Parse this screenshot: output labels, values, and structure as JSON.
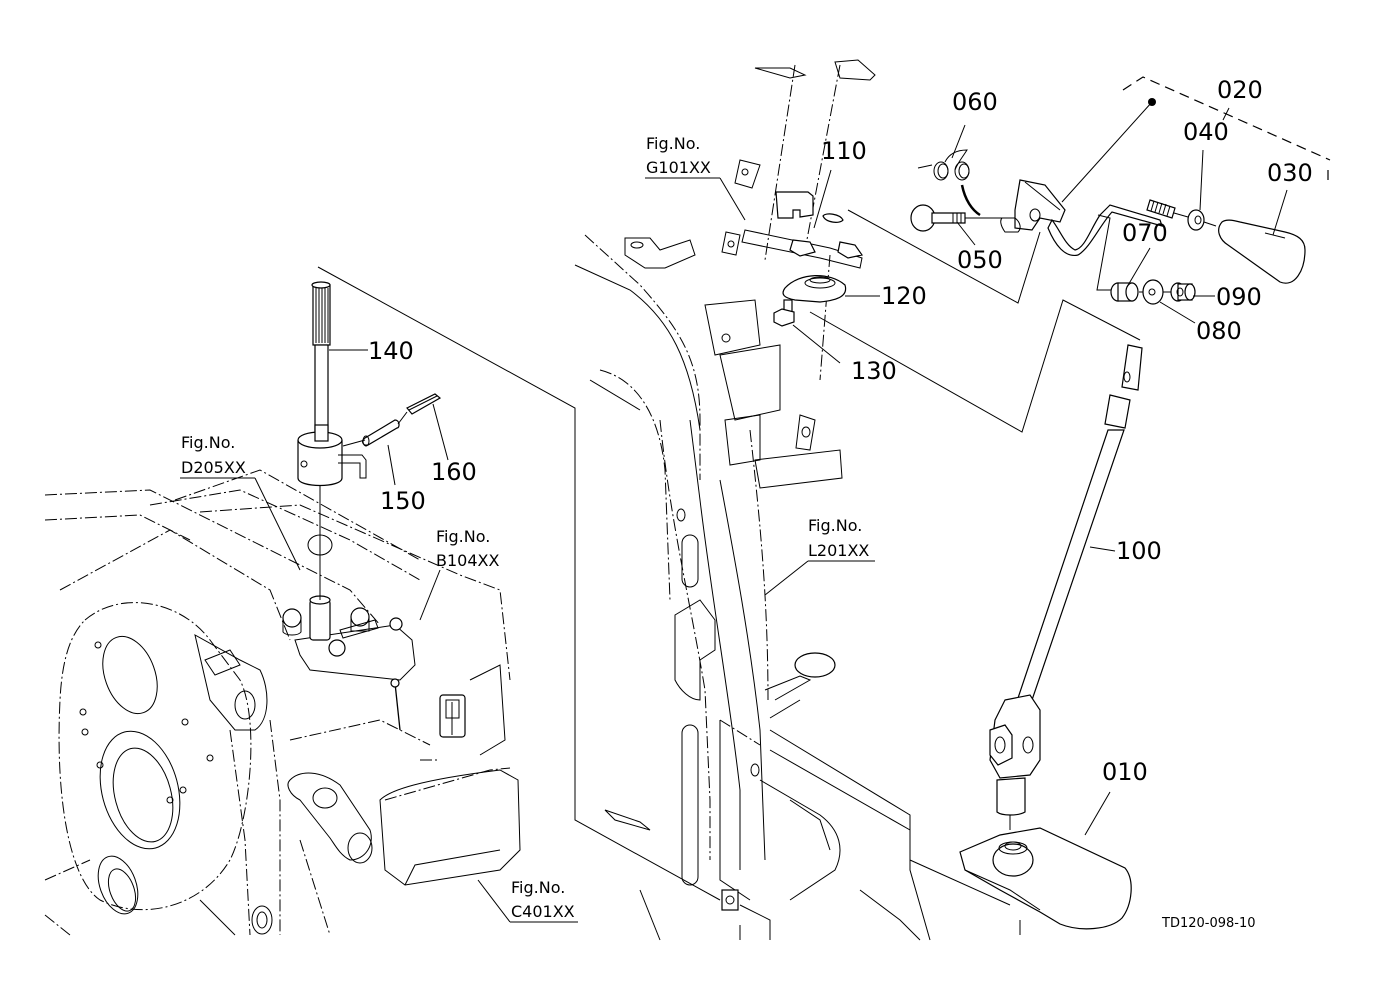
{
  "diagram": {
    "title": "Shift lever assembly parts diagram",
    "document_code": "TD120-098-10",
    "part_numbers": {
      "p010": "010",
      "p020": "020",
      "p030": "030",
      "p040": "040",
      "p050": "050",
      "p060": "060",
      "p070": "070",
      "p080": "080",
      "p090": "090",
      "p100": "100",
      "p110": "110",
      "p120": "120",
      "p130": "130",
      "p140": "140",
      "p150": "150",
      "p160": "160"
    },
    "figure_references": {
      "g101": {
        "prefix": "Fig.No.",
        "code": "G101XX"
      },
      "d205": {
        "prefix": "Fig.No.",
        "code": "D205XX"
      },
      "b104": {
        "prefix": "Fig.No.",
        "code": "B104XX"
      },
      "l201": {
        "prefix": "Fig.No.",
        "code": "L201XX"
      },
      "c401": {
        "prefix": "Fig.No.",
        "code": "C401XX"
      }
    }
  }
}
